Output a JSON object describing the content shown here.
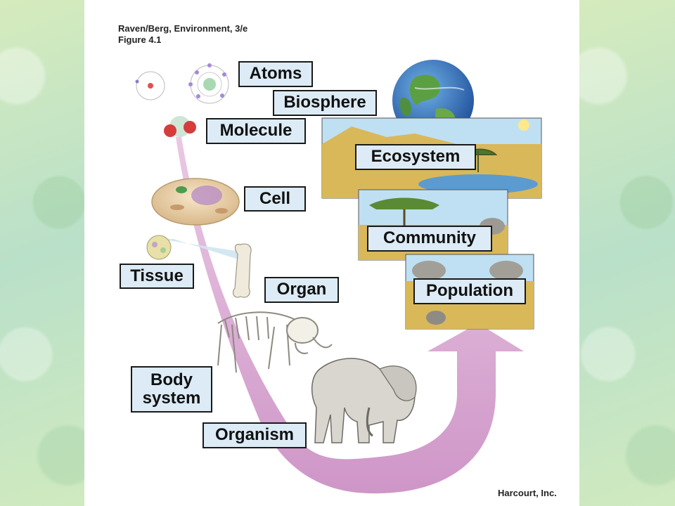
{
  "figure": {
    "title_line1": "Raven/Berg, Environment, 3/e",
    "title_line2": "Figure 4.1",
    "publisher": "Harcourt, Inc."
  },
  "levels": {
    "atoms": "Atoms",
    "biosphere": "Biosphere",
    "molecule": "Molecule",
    "ecosystem": "Ecosystem",
    "cell": "Cell",
    "community": "Community",
    "tissue": "Tissue",
    "population": "Population",
    "organ": "Organ",
    "body_system_line1": "Body",
    "body_system_line2": "system",
    "organism": "Organism"
  },
  "colors": {
    "arrow": "#cc8fc4",
    "label_fill": "#dcebf5",
    "savanna": "#d9b85a",
    "sky": "#bfe0f2",
    "ocean": "#3f7fc4",
    "land": "#4f9a3e"
  },
  "icons": [
    "atom-icon",
    "molecule-icon",
    "cell-icon",
    "tissue-icon",
    "bone-icon",
    "skeleton-icon",
    "elephant-icon",
    "earth-globe-icon"
  ]
}
